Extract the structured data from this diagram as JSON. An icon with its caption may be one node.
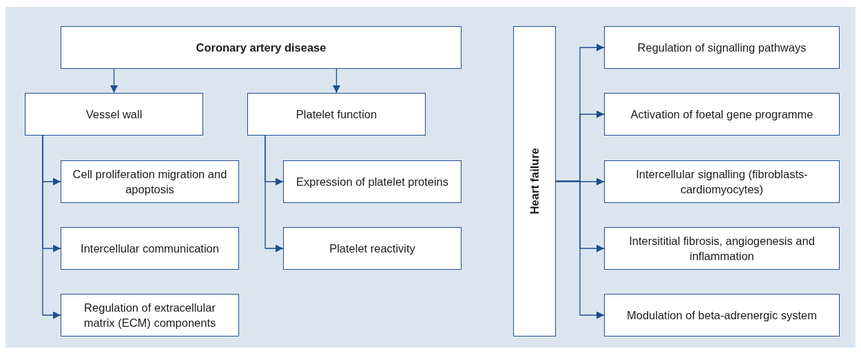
{
  "diagram": {
    "nodes": [
      {
        "text": [
          "Coronary artery disease"
        ]
      },
      {
        "text": [
          "Vessel wall"
        ]
      },
      {
        "text": [
          "Platelet function"
        ]
      },
      {
        "text": [
          "Cell proliferation migration and apoptosis"
        ]
      },
      {
        "text": [
          "Intercellular communication"
        ]
      },
      {
        "text": [
          "Regulation of extracellular matrix (ECM) components"
        ]
      },
      {
        "text": [
          "Expression of platelet proteins"
        ]
      },
      {
        "text": [
          "Platelet reactivity"
        ]
      },
      {
        "text": [
          "Heart failure"
        ]
      },
      {
        "text": [
          "Regulation of signalling pathways"
        ]
      },
      {
        "text": [
          "Activation of foetal gene programme"
        ]
      },
      {
        "text": [
          "Intercellular signalling (fibroblasts-cardiomyocytes)"
        ]
      },
      {
        "text": [
          "Intersititial fibrosis, angiogenesis and inflammation"
        ]
      },
      {
        "text": [
          "Modulation of beta-adrenergic system"
        ]
      }
    ],
    "edges": [
      {
        "from": 0,
        "to": 1,
        "arrow": "to"
      },
      {
        "from": 0,
        "to": 2,
        "arrow": "to"
      },
      {
        "from": 1,
        "to": 3,
        "arrow": "to"
      },
      {
        "from": 1,
        "to": 4,
        "arrow": "to"
      },
      {
        "from": 1,
        "to": 5,
        "arrow": "to"
      },
      {
        "from": 2,
        "to": 6,
        "arrow": "to"
      },
      {
        "from": 2,
        "to": 7,
        "arrow": "to"
      },
      {
        "from": 8,
        "to": 9,
        "arrow": "to"
      },
      {
        "from": 8,
        "to": 10,
        "arrow": "to"
      },
      {
        "from": 8,
        "to": 11,
        "arrow": "to"
      },
      {
        "from": 8,
        "to": 12,
        "arrow": "to"
      },
      {
        "from": 8,
        "to": 13,
        "arrow": "to"
      }
    ]
  }
}
